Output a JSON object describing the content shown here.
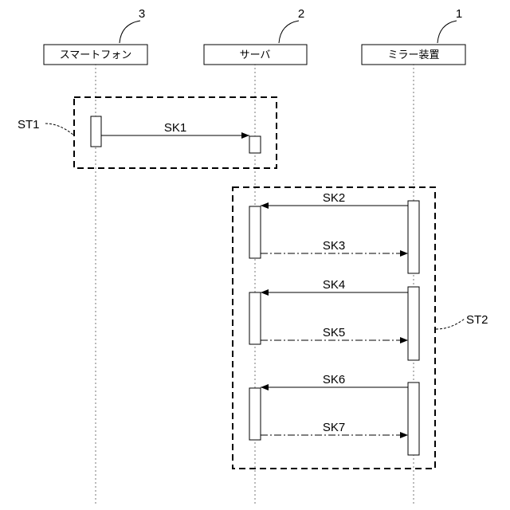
{
  "participants": [
    {
      "label": "スマートフォン",
      "ref": "3"
    },
    {
      "label": "サーバ",
      "ref": "2"
    },
    {
      "label": "ミラー装置",
      "ref": "1"
    }
  ],
  "groups": [
    {
      "label": "ST1"
    },
    {
      "label": "ST2"
    }
  ],
  "messages": [
    {
      "label": "SK1",
      "from": "スマートフォン",
      "to": "サーバ",
      "style": "solid"
    },
    {
      "label": "SK2",
      "from": "ミラー装置",
      "to": "サーバ",
      "style": "solid"
    },
    {
      "label": "SK3",
      "from": "サーバ",
      "to": "ミラー装置",
      "style": "dash-dot"
    },
    {
      "label": "SK4",
      "from": "ミラー装置",
      "to": "サーバ",
      "style": "solid"
    },
    {
      "label": "SK5",
      "from": "サーバ",
      "to": "ミラー装置",
      "style": "dash-dot"
    },
    {
      "label": "SK6",
      "from": "ミラー装置",
      "to": "サーバ",
      "style": "solid"
    },
    {
      "label": "SK7",
      "from": "サーバ",
      "to": "ミラー装置",
      "style": "dash-dot"
    }
  ]
}
